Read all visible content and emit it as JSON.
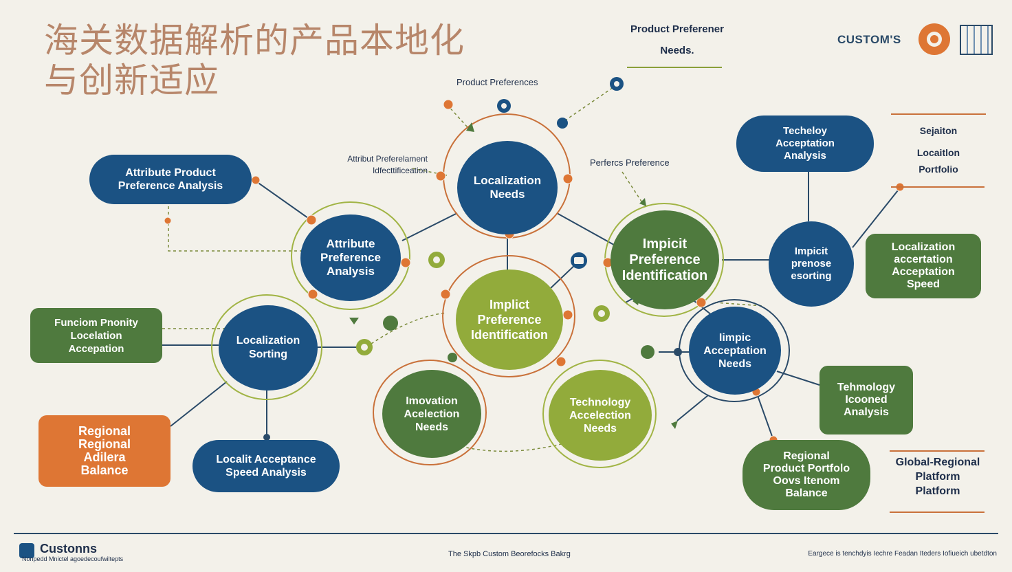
{
  "title": {
    "line1": "海关数据解析的产品本地化",
    "line2": "与创新适应"
  },
  "header_note": {
    "line1": "Product Preferener",
    "line2": "Needs."
  },
  "logo": {
    "text": "CUSTOM'S",
    "icon": "globe-gear-icon",
    "chart_icon": "building-chart-icon"
  },
  "notes": {
    "top": "Product Preferences",
    "left_line1": "Attribut Preferelament",
    "left_line2": "Idfecttificeation",
    "right": "Perfercs Preference"
  },
  "nodes": {
    "attribute_product": [
      "Attribute Product",
      "Preference Analysis"
    ],
    "localization_needs": [
      "Localization",
      "Needs"
    ],
    "attribute_preference": [
      "Attribute",
      "Preference",
      "Analysis"
    ],
    "implicit_preference_right": [
      "Impicit",
      "Preference",
      "Identification"
    ],
    "implicit_center": [
      "Implict",
      "Preference",
      "Identification"
    ],
    "function_priority": [
      "Funciom Pnonity",
      "Locelation",
      "Accepation"
    ],
    "localization_sorting": [
      "Localization",
      "Sorting"
    ],
    "innovation_acceleration": [
      "Imovation",
      "Acelection",
      "Needs"
    ],
    "technology_acceleration": [
      "Technology",
      "Accelection",
      "Needs"
    ],
    "regional_balance": [
      "Regional",
      "Regional",
      "Adilera",
      "Balance"
    ],
    "local_acceptance_speed": [
      "Localit Acceptance",
      "Speed Analysis"
    ],
    "technology_acceptation": [
      "Techeloy",
      "Acceptation",
      "Analysis"
    ],
    "implicit_scoring": [
      "Impicit",
      "prenose",
      "esorting"
    ],
    "localization_acceptation_speed": [
      "Localization",
      "accertation",
      "Acceptation",
      "Speed"
    ],
    "implicit_acceptation_needs": [
      "Iimpic",
      "Acceptation",
      "Needs"
    ],
    "technology_analysis": [
      "Tehmology",
      "Icooned",
      "Analysis"
    ],
    "regional_portfolio": [
      "Regional",
      "Product Portfolo",
      "Oovs Itenom",
      "Balance"
    ]
  },
  "side_notes": {
    "top_right": [
      "Sejaiton",
      "Locaitlon",
      "Portfolio"
    ],
    "bottom_right": [
      "Global-Regional",
      "Platform",
      "Platform"
    ]
  },
  "footer": {
    "brand": "Custonns",
    "brand_sub": "Nonpedd Mnictel agoedecoufwiltepts",
    "center": "The Skpb Custom Beorefocks Bakrg",
    "right": "Eargece is tenchdyis Iechre Feadan Iteders Iofiueich ubetdton"
  },
  "colors": {
    "navy": "#1b5283",
    "green": "#4f7a3e",
    "lime": "#92ab3b",
    "orange": "#de7634",
    "title": "#b7866a",
    "background": "#f3f1ea"
  }
}
